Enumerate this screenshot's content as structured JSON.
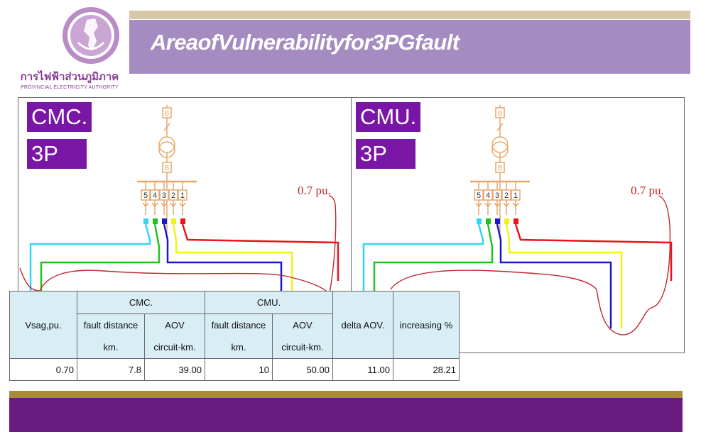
{
  "logo": {
    "thai_text": "การไฟฟ้าส่วนภูมิภาค",
    "english_text": "PROVINCIAL ELECTRICITY AUTHORITY"
  },
  "title": "AreaofVulnerabilityfor3PGfault",
  "left_panel": {
    "tag_method": "CMC.",
    "tag_fault": "3P",
    "voltage_label": "0.7 pu.",
    "breaker_symbol": "B",
    "feeder_numbers": [
      "5",
      "4",
      "3",
      "2",
      "1"
    ]
  },
  "right_panel": {
    "tag_method": "CMU.",
    "tag_fault": "3P",
    "voltage_label": "0.7 pu.",
    "breaker_symbol": "B",
    "feeder_numbers": [
      "5",
      "4",
      "3",
      "2",
      "1"
    ]
  },
  "table": {
    "col_vsag": "Vsag,pu.",
    "group_cmc": "CMC.",
    "group_cmu": "CMU.",
    "col_fault_distance": "fault distance",
    "col_fault_distance_unit": "km.",
    "col_aov": "AOV",
    "col_aov_unit": "circuit-km.",
    "col_fault_distance_2": "fault distance",
    "col_fault_distance_unit_2": "km.",
    "col_aov_2": "AOV",
    "col_aov_unit_2": "circuit-km.",
    "col_delta": "delta AOV.",
    "col_increase": "increasing %",
    "row": {
      "vsag": "0.70",
      "cmc_distance": "7.8",
      "cmc_aov": "39.00",
      "cmu_distance": "10",
      "cmu_aov": "50.00",
      "delta": "11.00",
      "increase": "28.21"
    }
  },
  "colors": {
    "title_banner": "#a48cc0",
    "tag_purple": "#7a16a6",
    "orange_equipment": "#e8a66a",
    "contour_red": "#c0262e",
    "feeder_cyan": "#33d6f0",
    "feeder_green": "#22c11e",
    "feeder_blue": "#1a18c8",
    "feeder_yellow": "#f2f21a",
    "feeder_red": "#e8141c",
    "table_header": "#d9edf4",
    "footer_purple": "#681c82",
    "footer_gold": "#a88a3c"
  }
}
